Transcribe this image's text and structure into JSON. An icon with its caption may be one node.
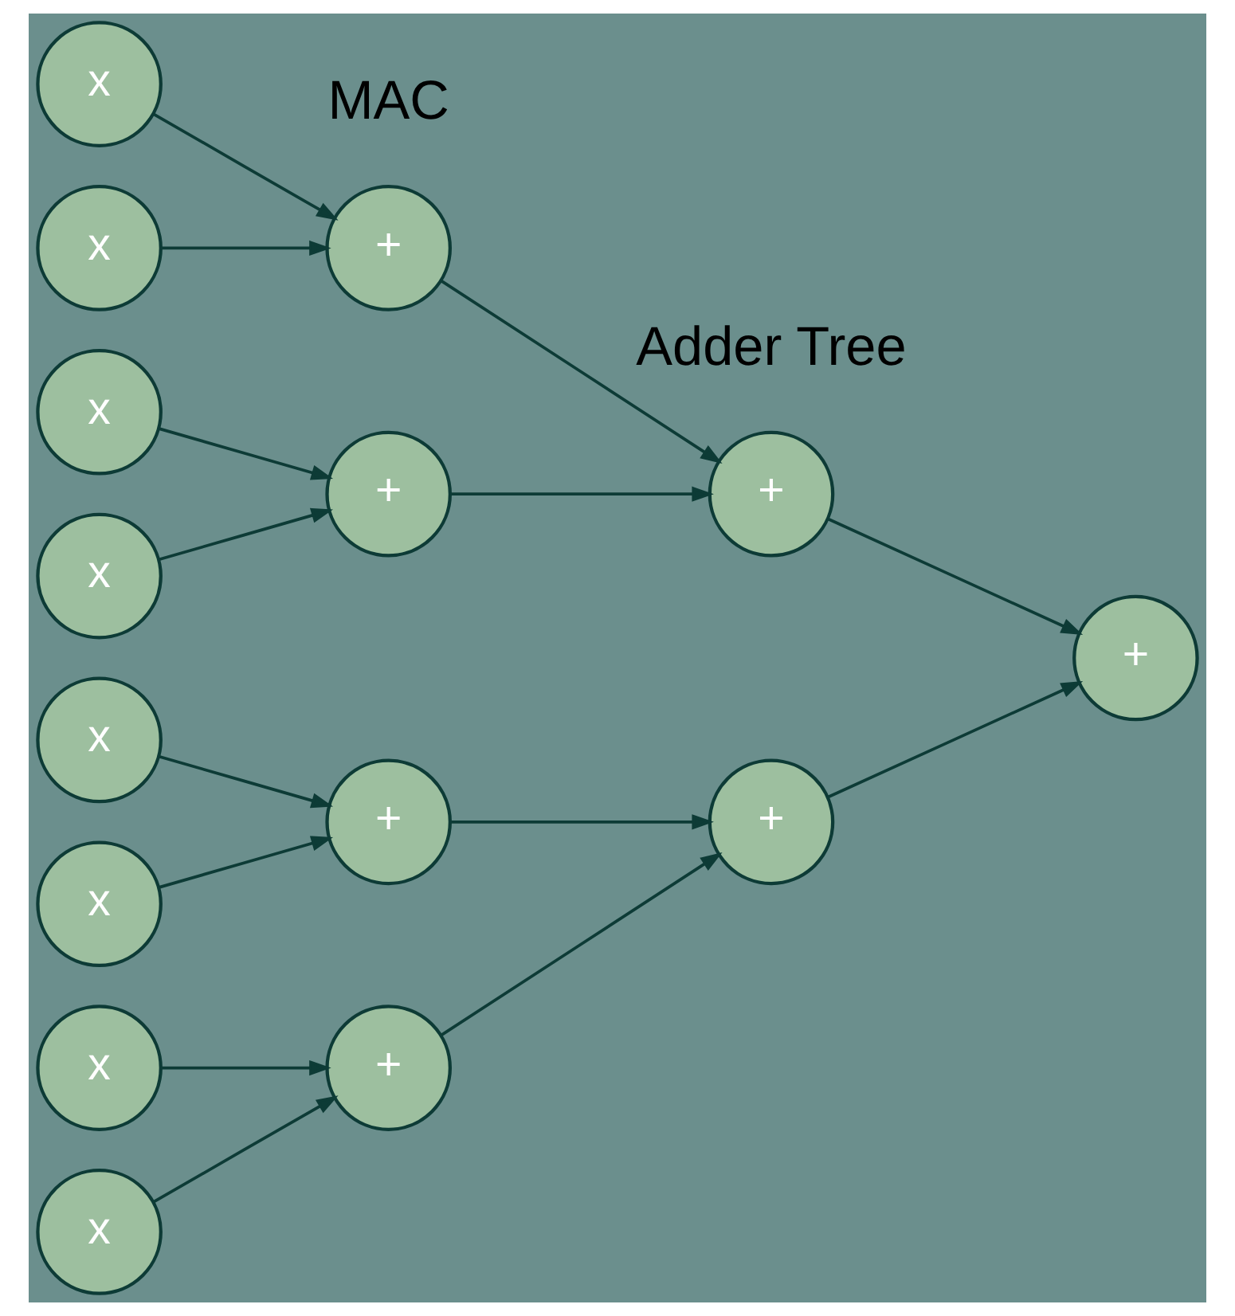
{
  "diagram": {
    "nodes": [
      {
        "text": [
          "x"
        ]
      },
      {
        "text": [
          "x"
        ]
      },
      {
        "text": [
          "x"
        ]
      },
      {
        "text": [
          "x"
        ]
      },
      {
        "text": [
          "x"
        ]
      },
      {
        "text": [
          "x"
        ]
      },
      {
        "text": [
          "x"
        ]
      },
      {
        "text": [
          "x"
        ]
      },
      {
        "text": [
          "+"
        ]
      },
      {
        "text": [
          "+"
        ]
      },
      {
        "text": [
          "+"
        ]
      },
      {
        "text": [
          "+"
        ]
      },
      {
        "text": [
          "+"
        ]
      },
      {
        "text": [
          "+"
        ]
      },
      {
        "text": [
          "+"
        ]
      }
    ],
    "edges": [
      {
        "from": 0,
        "to": 8,
        "arrow": "to"
      },
      {
        "from": 1,
        "to": 8,
        "arrow": "to"
      },
      {
        "from": 2,
        "to": 9,
        "arrow": "to"
      },
      {
        "from": 3,
        "to": 9,
        "arrow": "to"
      },
      {
        "from": 4,
        "to": 10,
        "arrow": "to"
      },
      {
        "from": 5,
        "to": 10,
        "arrow": "to"
      },
      {
        "from": 6,
        "to": 11,
        "arrow": "to"
      },
      {
        "from": 7,
        "to": 11,
        "arrow": "to"
      },
      {
        "from": 8,
        "to": 12,
        "arrow": "to"
      },
      {
        "from": 9,
        "to": 12,
        "arrow": "to"
      },
      {
        "from": 10,
        "to": 13,
        "arrow": "to"
      },
      {
        "from": 11,
        "to": 13,
        "arrow": "to"
      },
      {
        "from": 12,
        "to": 14,
        "arrow": "to"
      },
      {
        "from": 13,
        "to": 14,
        "arrow": "to"
      }
    ],
    "labels": [
      "MAC",
      "Adder Tree"
    ]
  }
}
